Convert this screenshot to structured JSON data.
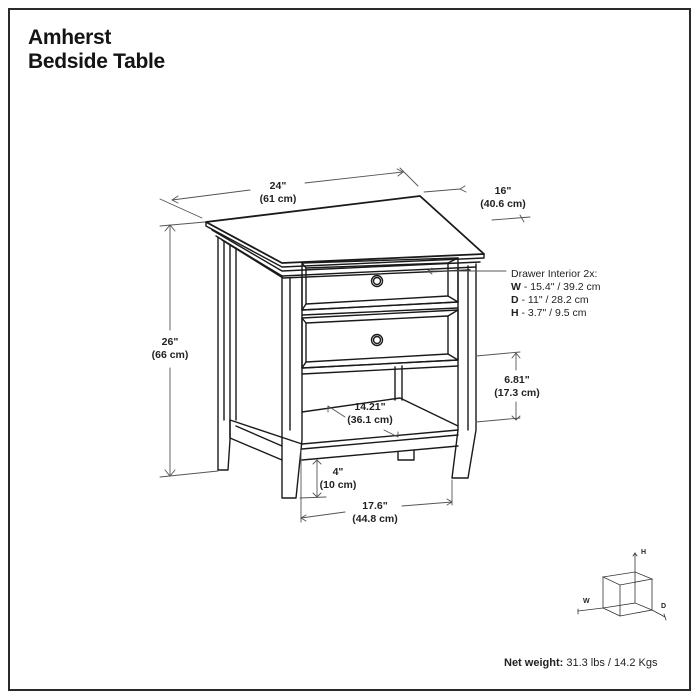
{
  "title": {
    "line1": "Amherst",
    "line2": "Bedside Table"
  },
  "dimensions": {
    "width": {
      "imperial": "24\"",
      "metric": "(61 cm)"
    },
    "depth": {
      "imperial": "16\"",
      "metric": "(40.6 cm)"
    },
    "height": {
      "imperial": "26\"",
      "metric": "(66 cm)"
    },
    "shelf_opening_height": {
      "imperial": "6.81\"",
      "metric": "(17.3 cm)"
    },
    "shelf_depth": {
      "imperial": "14.21\"",
      "metric": "(36.1 cm)"
    },
    "leg_clearance": {
      "imperial": "4\"",
      "metric": "(10 cm)"
    },
    "inner_width": {
      "imperial": "17.6\"",
      "metric": "(44.8 cm)"
    }
  },
  "drawer_interior": {
    "heading": "Drawer Interior 2x:",
    "rows": [
      {
        "key": "W",
        "value": " - 15.4\" / 39.2 cm"
      },
      {
        "key": "D",
        "value": " - 11\" / 28.2 cm"
      },
      {
        "key": "H",
        "value": " - 3.7\" / 9.5 cm"
      }
    ]
  },
  "axis_legend": {
    "h": "H",
    "w": "W",
    "d": "D"
  },
  "net_weight": {
    "label": "Net weight:",
    "value": " 31.3 lbs / 14.2 Kgs"
  },
  "colors": {
    "line": "#1a1a1a",
    "dim_line": "#555555",
    "background": "#ffffff"
  }
}
